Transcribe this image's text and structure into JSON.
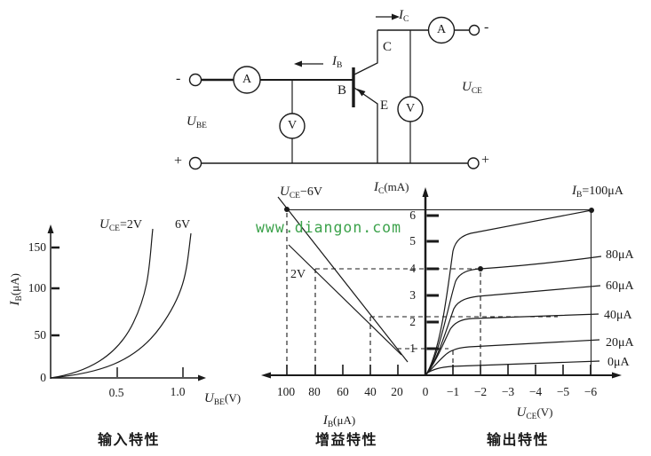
{
  "watermark": "www.diangon.com",
  "colors": {
    "ink": "#1a1a1a",
    "watermark_green": "#3ca24b"
  },
  "circuit": {
    "ammeter": "A",
    "voltmeter": "V",
    "polarity": {
      "minus": "-",
      "plus": "+"
    },
    "vars": {
      "u_be": {
        "base": "U",
        "sub": "BE"
      },
      "u_ce": {
        "base": "U",
        "sub": "CE"
      },
      "i_b": {
        "base": "I",
        "sub": "B"
      },
      "i_c": {
        "base": "I",
        "sub": "C"
      }
    },
    "pins": {
      "b": "B",
      "c": "C",
      "e": "E"
    }
  },
  "input_chart": {
    "title": "输入特性",
    "y_ticks": [
      "150",
      "100",
      "50",
      "0"
    ],
    "x_ticks": [
      "0.5",
      "1.0"
    ],
    "ylabel": {
      "base": "I",
      "sub": "B",
      "unit": "(μA)"
    },
    "xlabel": {
      "base": "U",
      "sub": "BE",
      "unit": "(V)"
    },
    "curve_label_1": {
      "base": "U",
      "sub": "CE",
      "rest": "=2V"
    },
    "curve_label_2": "6V"
  },
  "gain_chart": {
    "title": "增益特性",
    "x_ticks": [
      "100",
      "80",
      "60",
      "40",
      "20",
      "0"
    ],
    "y_ticks": [
      "6",
      "5",
      "4",
      "3",
      "2",
      "1"
    ],
    "xlabel": {
      "base": "I",
      "sub": "B",
      "unit": "(μA)"
    },
    "ylabel": {
      "base": "I",
      "sub": "C",
      "unit": "(mA)"
    },
    "line_label_1": {
      "base": "U",
      "sub": "CE",
      "rest": "−6V"
    },
    "line_label_2": "2V"
  },
  "output_chart": {
    "title": "输出特性",
    "x_ticks": [
      "−1",
      "−2",
      "−3",
      "−4",
      "−5",
      "−6"
    ],
    "xlabel": {
      "base": "U",
      "sub": "CE",
      "unit": "(V)"
    },
    "curve_label_top": {
      "base": "I",
      "sub": "B",
      "rest": "=100μA"
    },
    "curve_labels": [
      "80μA",
      "60μA",
      "40μA",
      "20μA",
      "0μA"
    ]
  },
  "chart_data": [
    {
      "type": "line",
      "title": "输入特性",
      "xlabel": "U_BE(V)",
      "ylabel": "I_B(μA)",
      "xlim": [
        0,
        1.15
      ],
      "ylim": [
        0,
        165
      ],
      "x_ticks": [
        0.5,
        1.0
      ],
      "y_ticks": [
        0,
        50,
        100,
        150
      ],
      "series": [
        {
          "name": "U_CE=2V",
          "x": [
            0,
            0.2,
            0.4,
            0.5,
            0.6,
            0.7,
            0.78
          ],
          "y": [
            0,
            2,
            10,
            22,
            45,
            95,
            160
          ]
        },
        {
          "name": "U_CE=6V",
          "x": [
            0,
            0.3,
            0.5,
            0.7,
            0.85,
            1.0,
            1.08
          ],
          "y": [
            0,
            2,
            8,
            25,
            60,
            120,
            160
          ]
        }
      ]
    },
    {
      "type": "line",
      "title": "增益特性",
      "xlabel": "I_B(μA)",
      "ylabel": "I_C(mA)",
      "x_axis_direction": "leftward",
      "x_ticks": [
        100,
        80,
        60,
        40,
        20,
        0
      ],
      "y_ticks": [
        1,
        2,
        3,
        4,
        5,
        6
      ],
      "series": [
        {
          "name": "U_CE −6V",
          "x": [
            100,
            80,
            60,
            40,
            20
          ],
          "y": [
            6.2,
            4.9,
            3.6,
            2.3,
            1.0
          ]
        },
        {
          "name": "U_CE −2V",
          "x": [
            100,
            80,
            60,
            40,
            20
          ],
          "y": [
            4.9,
            4.0,
            3.0,
            2.1,
            1.1
          ]
        }
      ],
      "marked_points": [
        {
          "x": 100,
          "y": 6.2
        }
      ],
      "guides": "dashed construction lines at I_B=100,80,40 and I_C=4,2.3,1; solid line at I_C=6.2"
    },
    {
      "type": "line",
      "title": "输出特性",
      "xlabel": "U_CE(V)",
      "ylabel": "I_C(mA)",
      "x_ticks": [
        0,
        -1,
        -2,
        -3,
        -4,
        -5,
        -6
      ],
      "y_ticks": [
        1,
        2,
        3,
        4,
        5,
        6
      ],
      "series": [
        {
          "name": "I_B=100μA",
          "x": [
            0,
            -0.5,
            -1,
            -1.5,
            -2,
            -4,
            -6
          ],
          "y": [
            0,
            2.5,
            4.8,
            5.5,
            5.7,
            6.0,
            6.2
          ]
        },
        {
          "name": "I_B=80μA",
          "x": [
            0,
            -0.5,
            -1,
            -1.5,
            -2,
            -4,
            -6
          ],
          "y": [
            0,
            2.0,
            3.5,
            3.9,
            4.0,
            4.2,
            4.4
          ]
        },
        {
          "name": "I_B=60μA",
          "x": [
            0,
            -0.5,
            -1,
            -1.5,
            -2,
            -4,
            -6
          ],
          "y": [
            0,
            1.6,
            2.7,
            2.9,
            3.0,
            3.15,
            3.3
          ]
        },
        {
          "name": "I_B=40μA",
          "x": [
            0,
            -0.5,
            -1,
            -1.5,
            -2,
            -4,
            -6
          ],
          "y": [
            0,
            1.1,
            1.9,
            2.05,
            2.1,
            2.2,
            2.25
          ]
        },
        {
          "name": "I_B=20μA",
          "x": [
            0,
            -0.5,
            -1,
            -1.5,
            -2,
            -4,
            -6
          ],
          "y": [
            0,
            0.6,
            0.95,
            1.0,
            1.05,
            1.2,
            1.3
          ]
        },
        {
          "name": "I_B=0μA",
          "x": [
            0,
            -1,
            -2,
            -4,
            -6
          ],
          "y": [
            0,
            0.25,
            0.3,
            0.38,
            0.45
          ]
        }
      ],
      "marked_points": [
        {
          "x": -2,
          "y": 4.0
        },
        {
          "x": -6,
          "y": 6.2
        }
      ]
    }
  ]
}
